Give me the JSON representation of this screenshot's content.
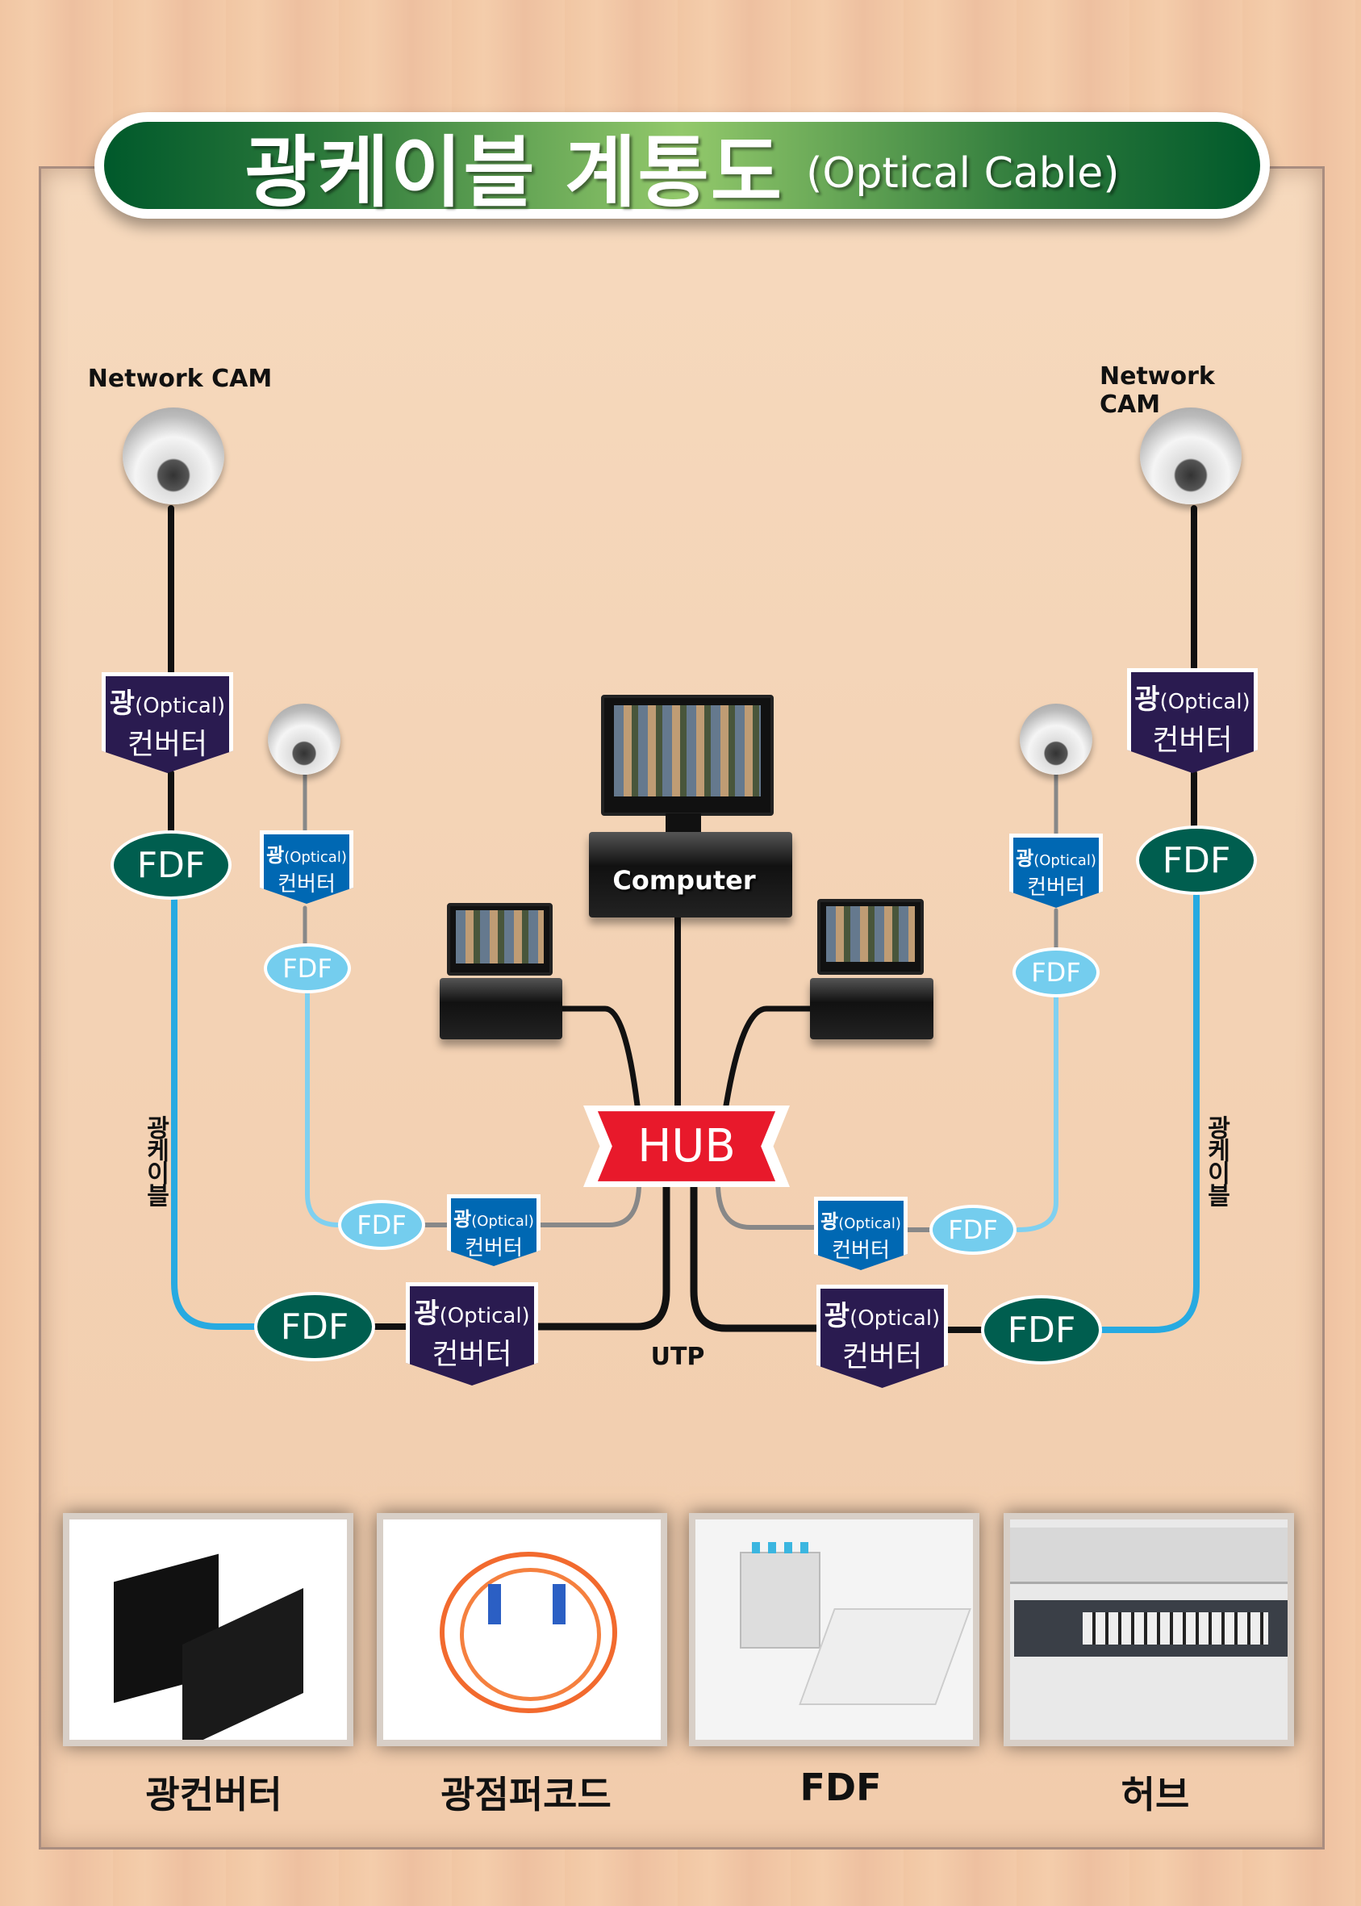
{
  "title": {
    "korean": "광케이블 계통도",
    "english": "(Optical Cable)"
  },
  "cameras": {
    "left_label": "Network CAM",
    "right_label": "Network CAM"
  },
  "converter": {
    "prefix": "광",
    "optical": "(Optical)",
    "name": "컨버터"
  },
  "fdf": "FDF",
  "hub": "HUB",
  "computer": "Computer",
  "utp": "UTP",
  "optical_cable": "광케이블",
  "colors": {
    "hub": "#e8192b",
    "converter_main": "#2a1b50",
    "converter_sub": "#0068b3",
    "fdf_main": "#005e4f",
    "fdf_sub": "#74cdee",
    "fiber_main": "#27aae1",
    "fiber_sub": "#7fd0f0",
    "title_green": "#00592b"
  },
  "photos": [
    {
      "caption": "광컨버터"
    },
    {
      "caption": "광점퍼코드"
    },
    {
      "caption": "FDF"
    },
    {
      "caption": "허브"
    }
  ]
}
